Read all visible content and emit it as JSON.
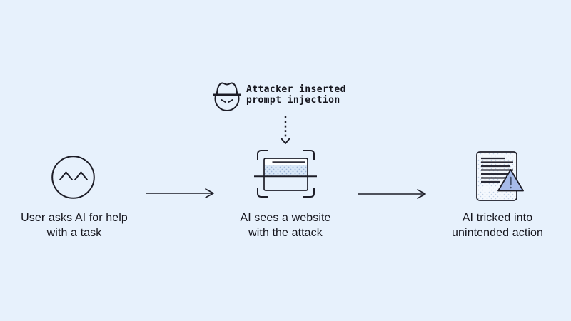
{
  "colors": {
    "background": "#e7f1fc",
    "stroke": "#1d1d27",
    "warning_triangle_fill": "#a7bbe9",
    "warning_exclamation": "#46536e",
    "website_stipple_fill": "#d8e7f7",
    "stipple_dot": "#9fb6d8",
    "document_fill": "#f4f8fd",
    "text": "#15151d"
  },
  "attacker": {
    "icon": "attacker-spy-icon",
    "lines": [
      "Attacker inserted",
      "prompt injection"
    ]
  },
  "steps": [
    {
      "icon": "user-smiley-icon",
      "lines": [
        "User asks AI for help",
        "with a task"
      ]
    },
    {
      "icon": "website-scan-icon",
      "lines": [
        "AI sees a website",
        "with the attack"
      ]
    },
    {
      "icon": "document-warning-icon",
      "lines": [
        "AI tricked into",
        "unintended action"
      ]
    }
  ]
}
